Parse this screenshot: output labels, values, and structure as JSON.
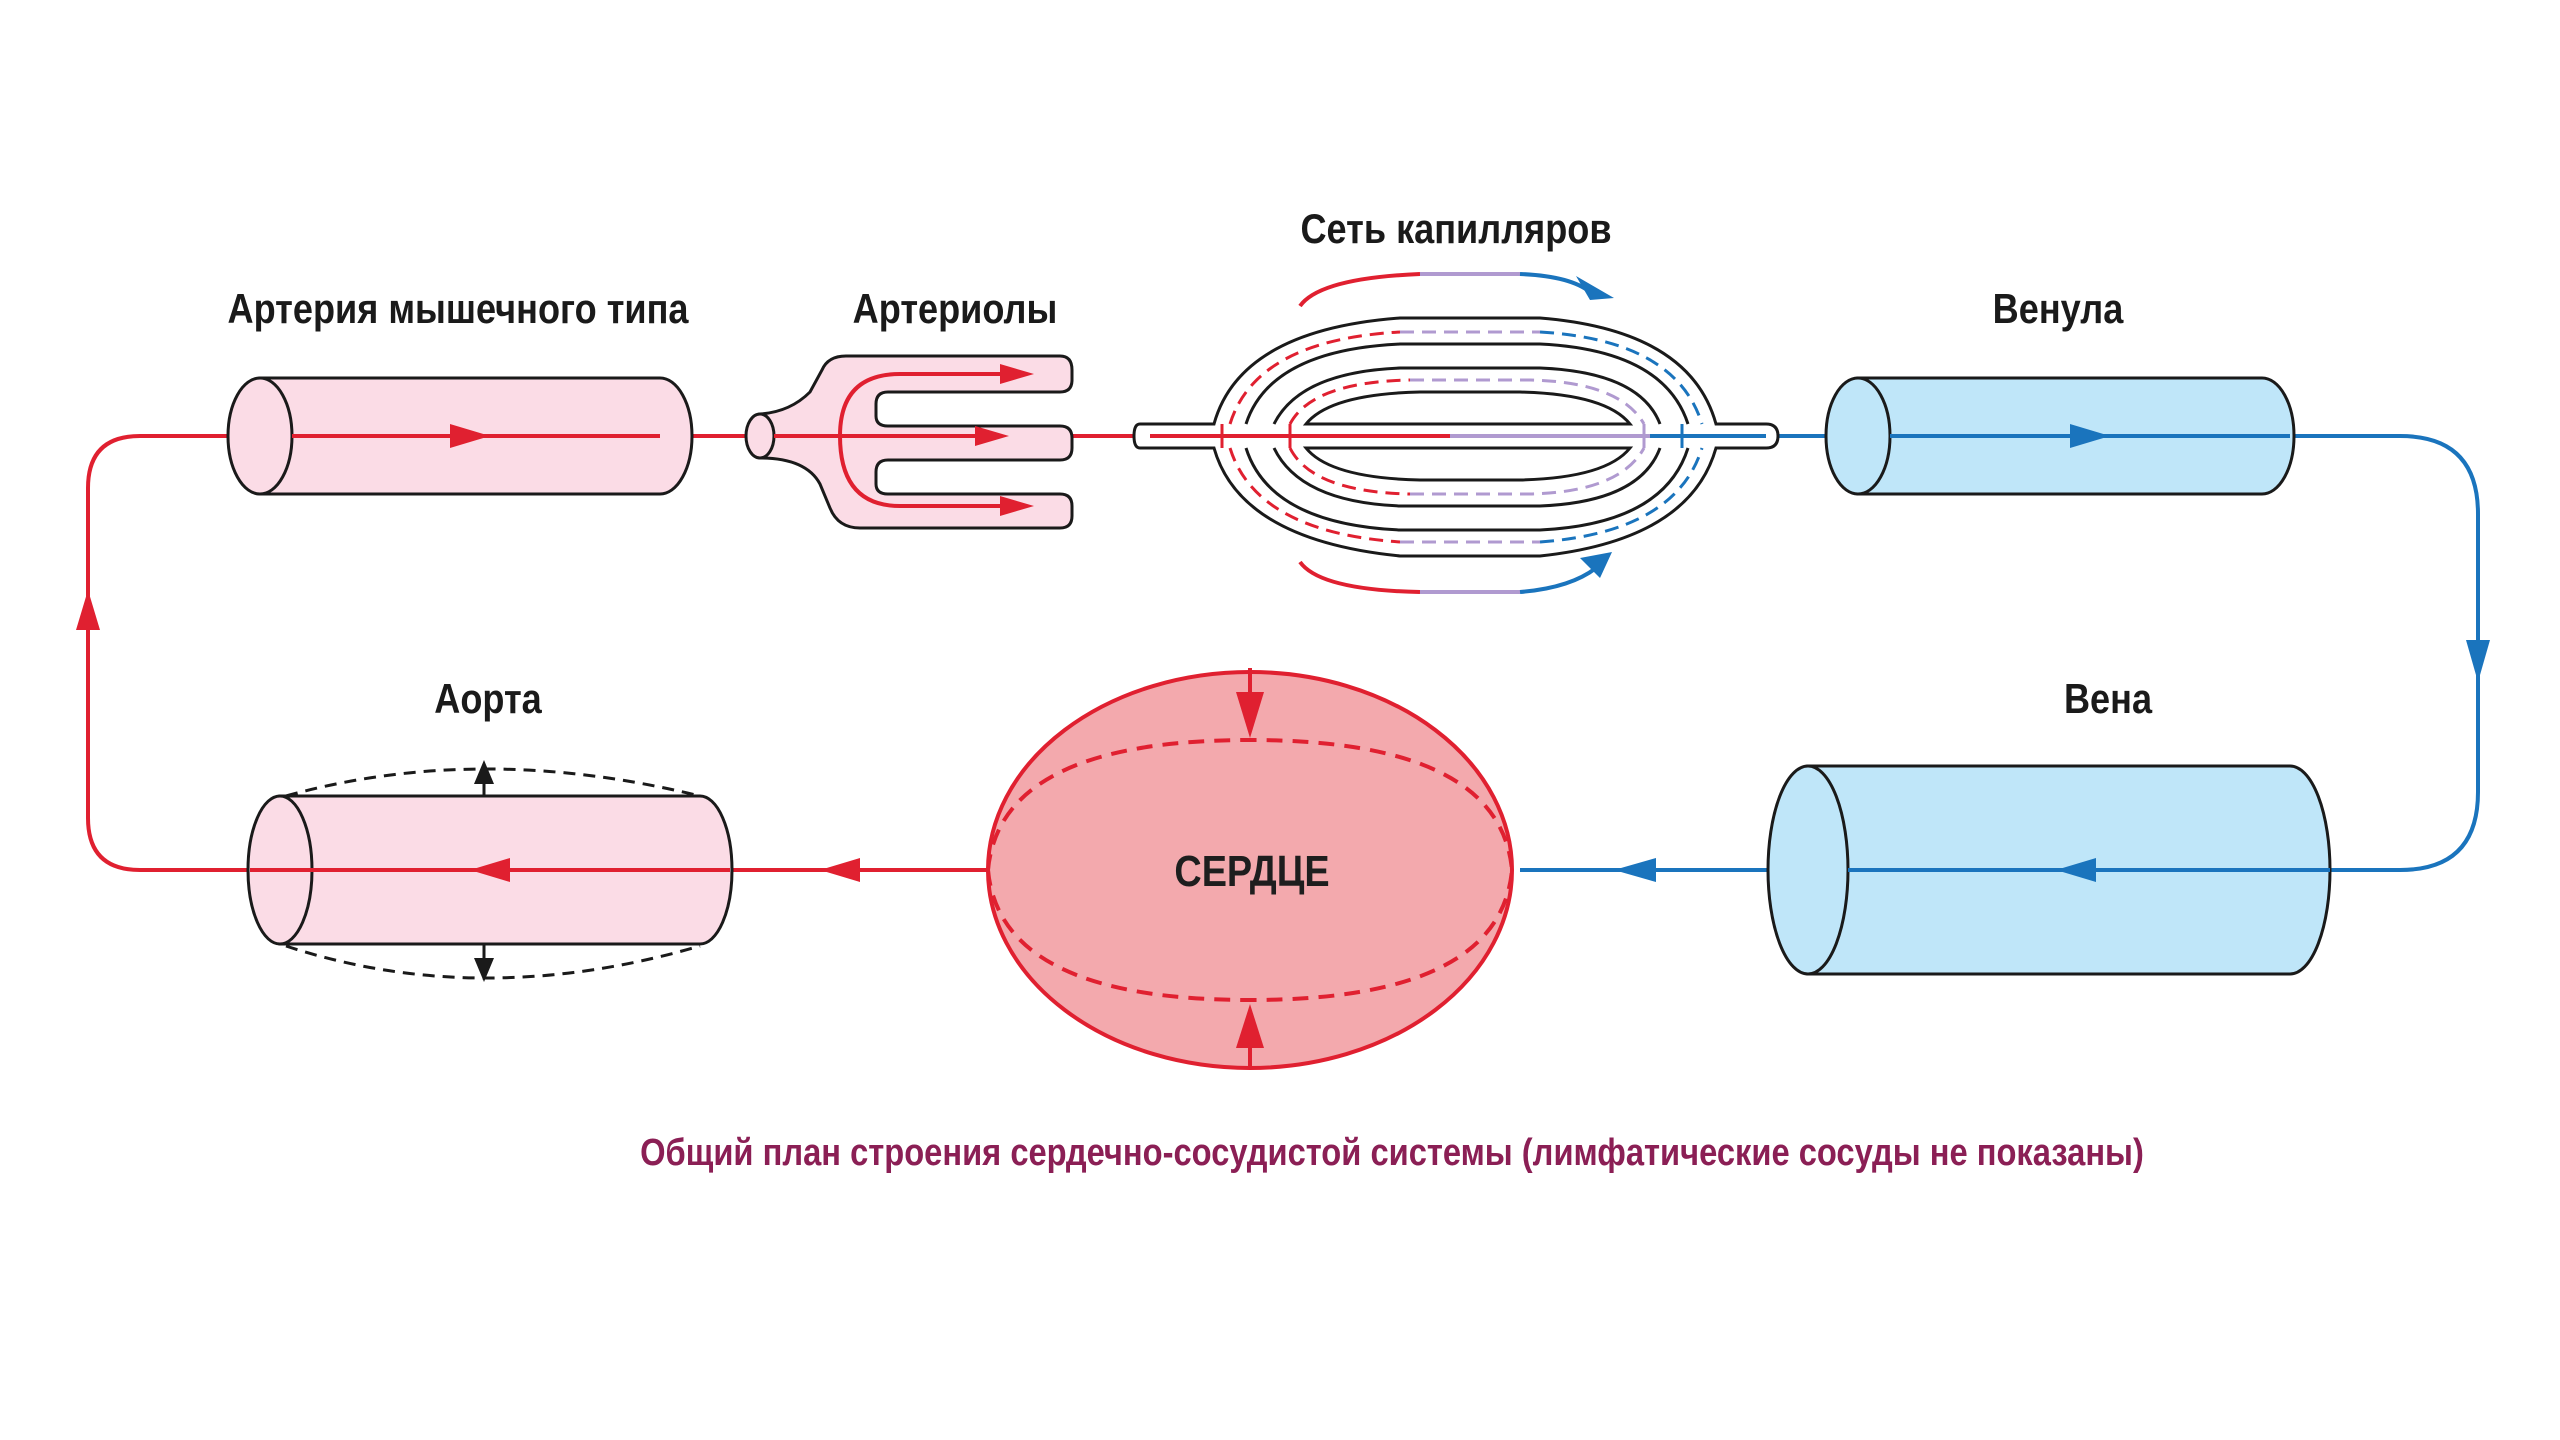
{
  "labels": {
    "artery": "Артерия мышечного типа",
    "arterioles": "Артериолы",
    "capillaries": "Сеть капилляров",
    "venule": "Венула",
    "vein": "Вена",
    "aorta": "Аорта",
    "heart": "СЕРДЦЕ"
  },
  "caption": "Общий план строения сердечно-сосудистой системы (лимфатические сосуды не показаны)",
  "colors": {
    "arterial_line": "#e02030",
    "venous_line": "#1a74bd",
    "capillary_mid": "#b09ad0",
    "arterial_fill": "#fbdce6",
    "venous_fill": "#bfe6f9",
    "heart_fill": "#f3a9ad",
    "caption": "#8b1f55",
    "outline": "#1a1a1a"
  },
  "icons": [
    "arrow-icon"
  ]
}
